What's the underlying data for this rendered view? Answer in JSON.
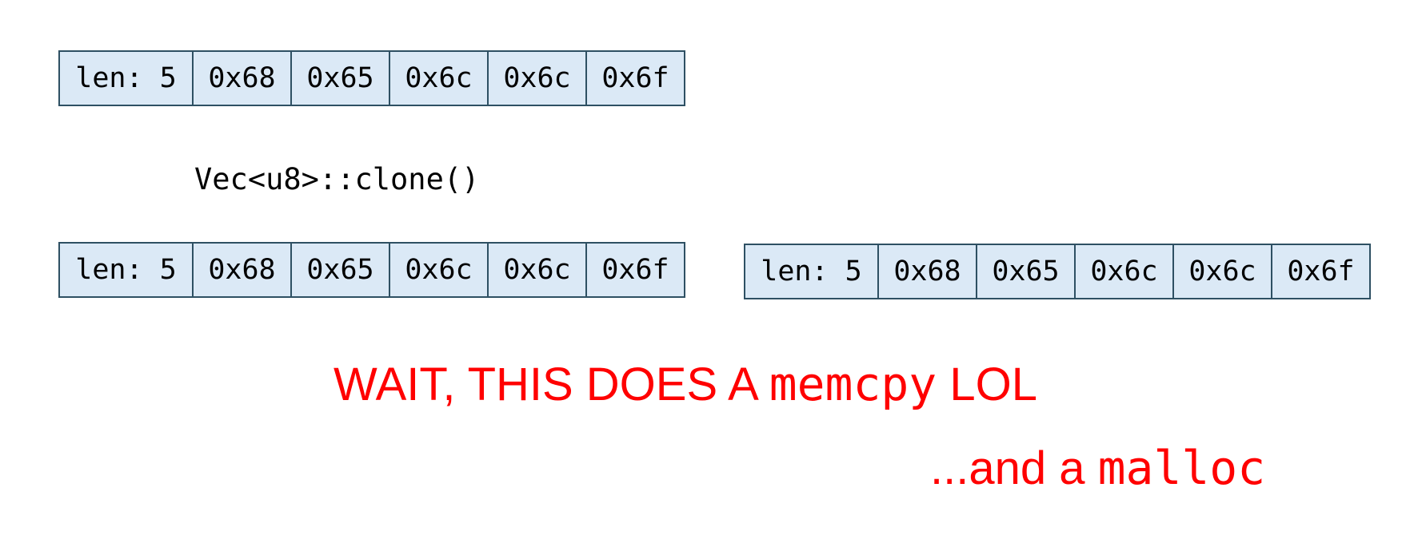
{
  "vectors": {
    "top": {
      "cells": [
        "len: 5",
        "0x68",
        "0x65",
        "0x6c",
        "0x6c",
        "0x6f"
      ]
    },
    "bottom_left": {
      "cells": [
        "len: 5",
        "0x68",
        "0x65",
        "0x6c",
        "0x6c",
        "0x6f"
      ]
    },
    "bottom_right": {
      "cells": [
        "len: 5",
        "0x68",
        "0x65",
        "0x6c",
        "0x6c",
        "0x6f"
      ]
    }
  },
  "labels": {
    "clone_call": "Vec<u8>::clone()"
  },
  "annotations": {
    "memcpy_line": {
      "prefix": "WAIT, THIS DOES A ",
      "code": "memcpy",
      "suffix": " LOL"
    },
    "malloc_line": {
      "prefix": "...and a ",
      "code": "malloc"
    }
  },
  "colors": {
    "background": "#ffffff",
    "cell_fill": "#dbe9f6",
    "cell_border": "#2e5063",
    "cell_text": "#000000",
    "annotation_red": "#ff0000"
  }
}
